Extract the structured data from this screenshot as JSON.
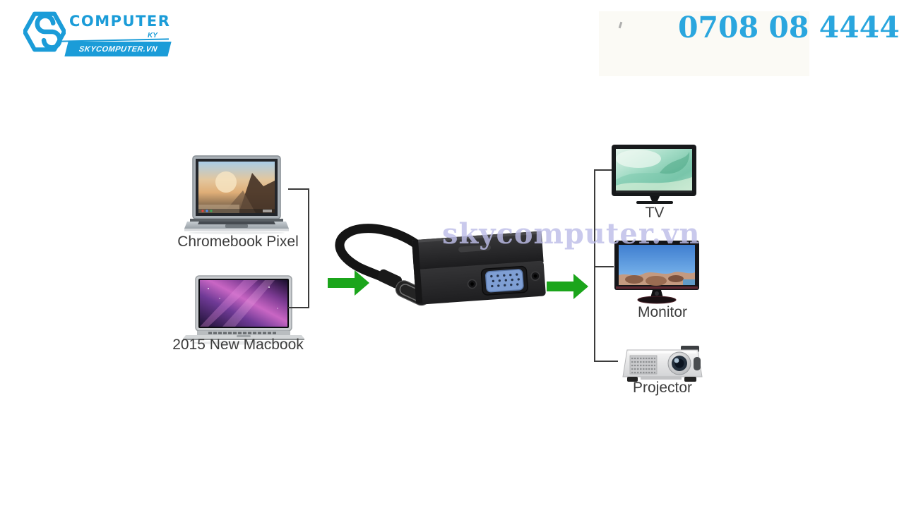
{
  "header": {
    "logo": {
      "icon": "hexagon-s-logo",
      "title": "COMPUTER",
      "subtitle": "KY",
      "banner": "SKYCOMPUTER.VN"
    },
    "phone_number": "0708 08 4444"
  },
  "watermark": "skycomputer.vn",
  "diagram": {
    "sources": [
      {
        "label": "Chromebook Pixel",
        "image": "chromebook-pixel-laptop"
      },
      {
        "label": "2015 New Macbook",
        "image": "macbook-laptop"
      }
    ],
    "adapter": {
      "image": "usb-c-to-vga-adapter"
    },
    "outputs": [
      {
        "label": "TV",
        "image": "television"
      },
      {
        "label": "Monitor",
        "image": "desktop-monitor"
      },
      {
        "label": "Projector",
        "image": "projector"
      }
    ]
  },
  "colors": {
    "brand_blue": "#1b9cd8",
    "phone_blue": "#2aa6de",
    "arrow_green": "#1ba51b",
    "watermark_lavender": "#bdbde8",
    "label_gray": "#3d3d3d",
    "bracket_gray": "#3b3b3b"
  }
}
